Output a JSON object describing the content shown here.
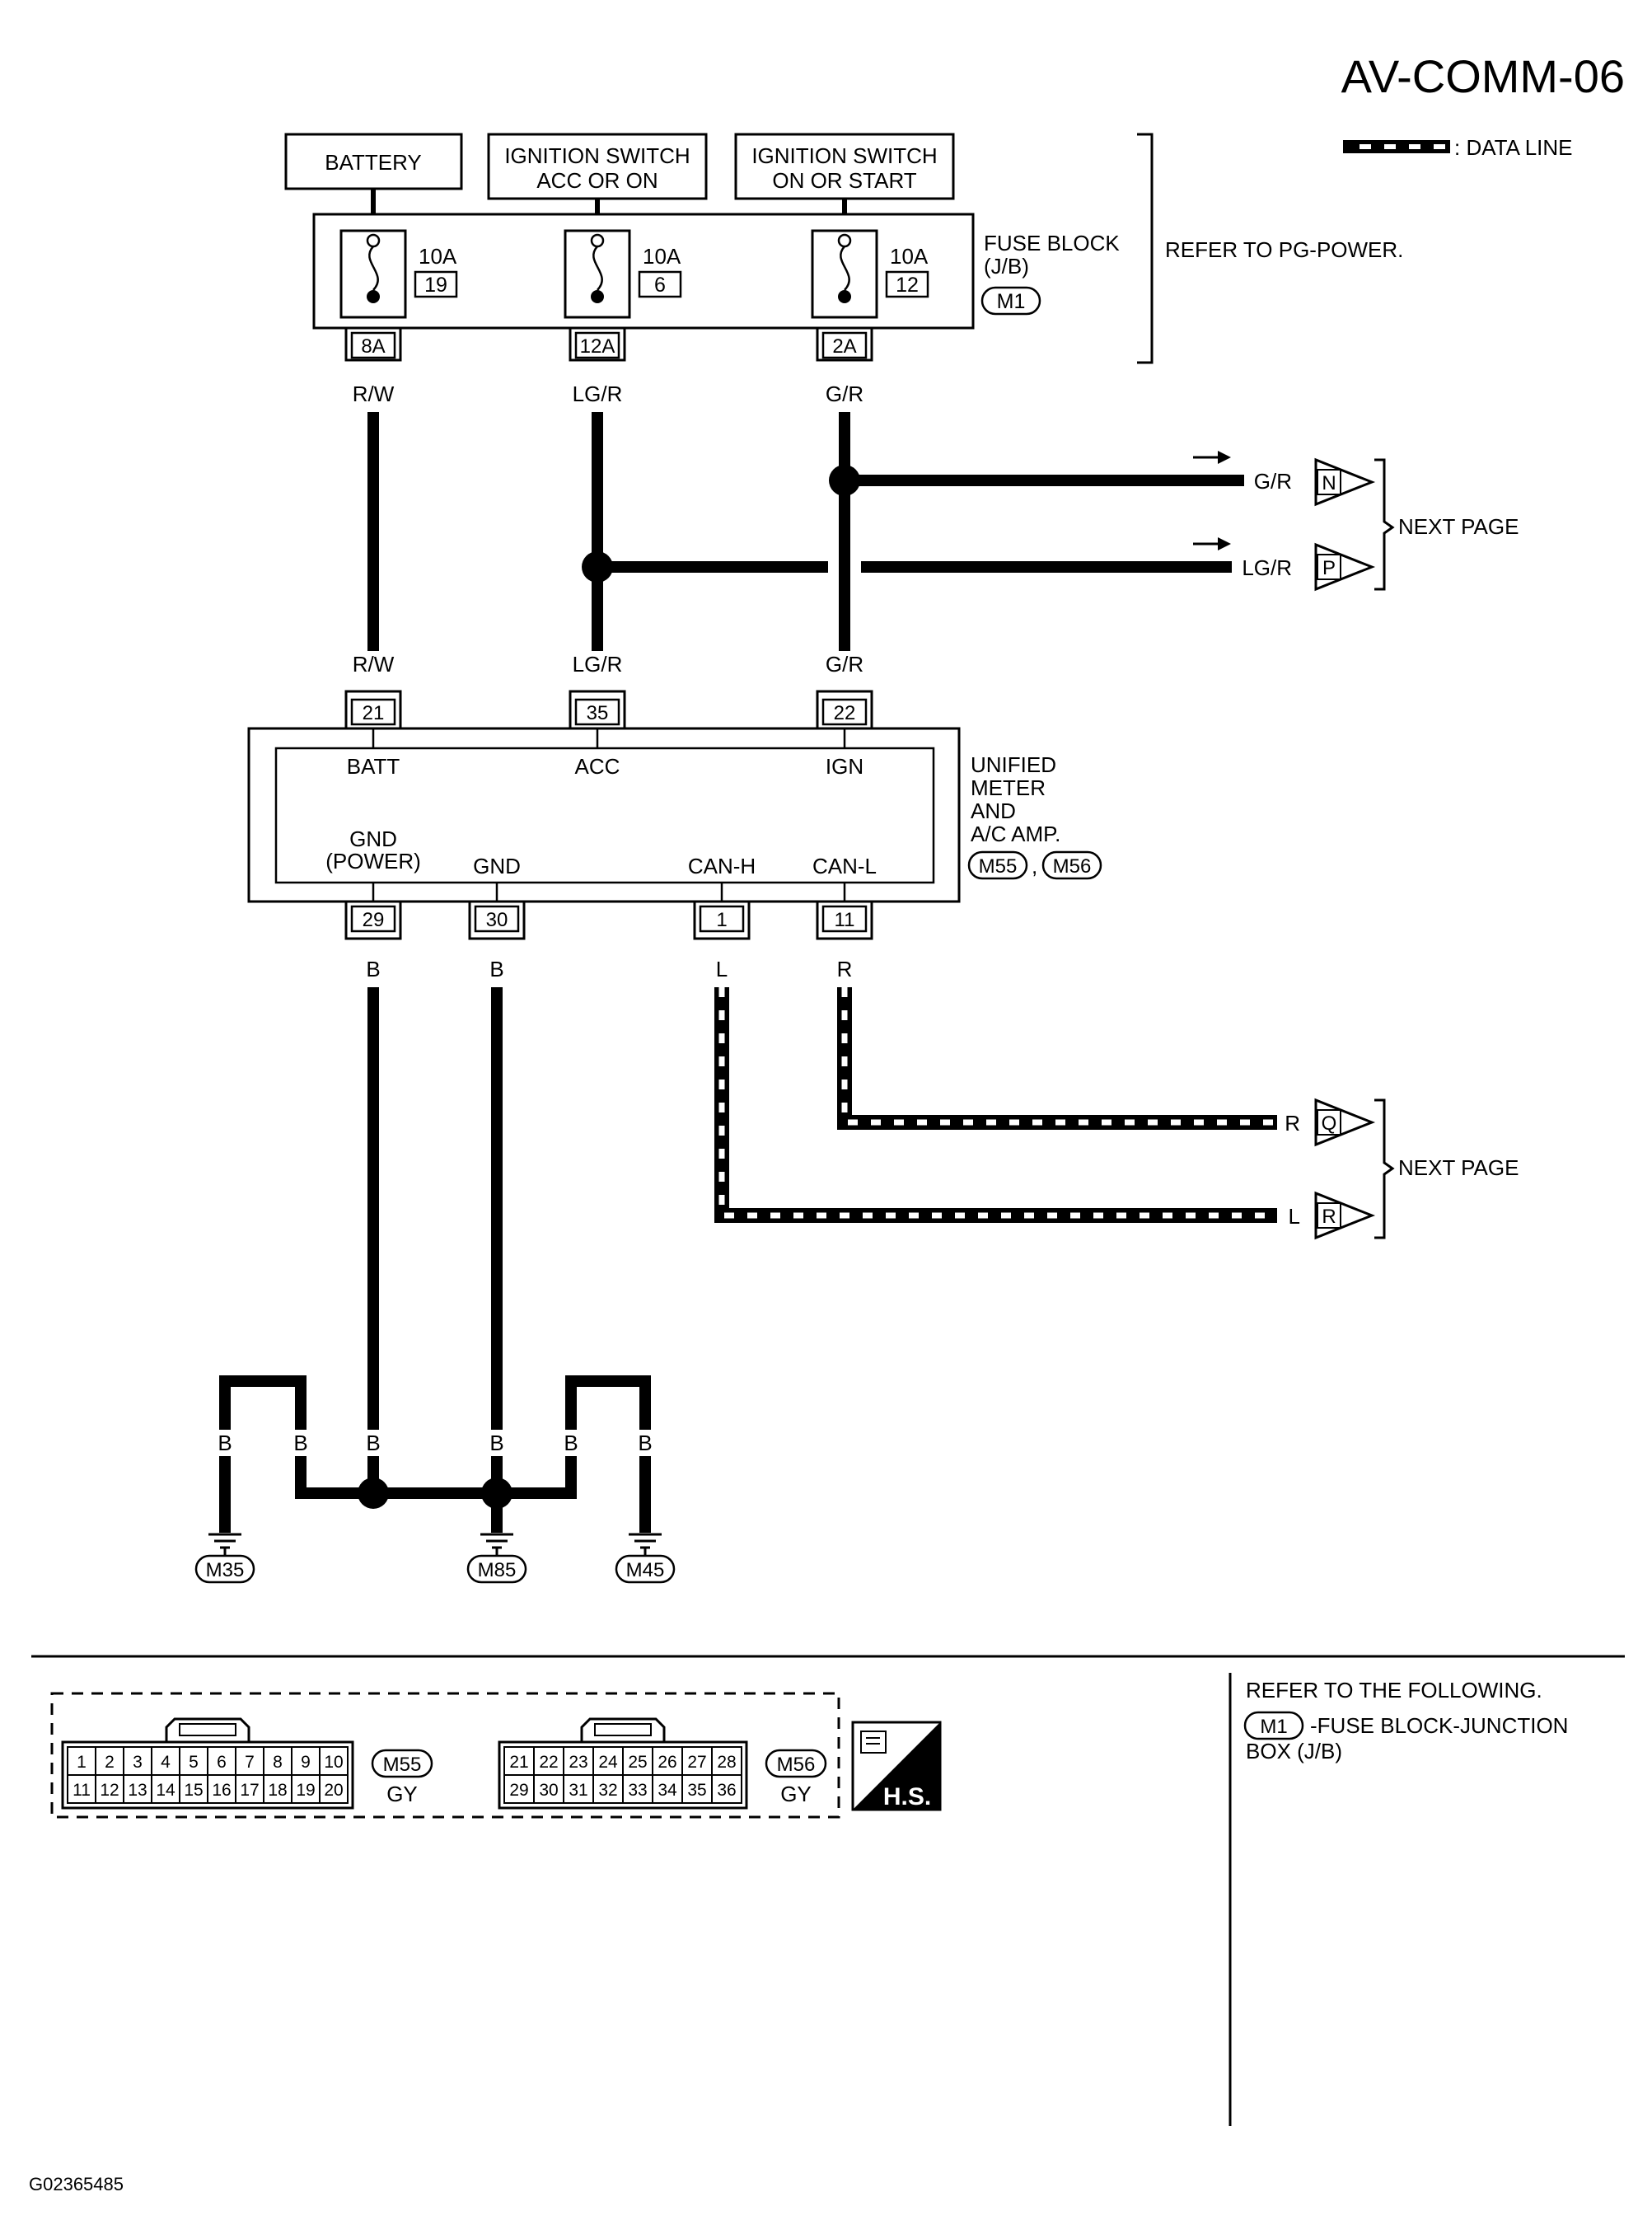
{
  "page_title": "AV-COMM-06",
  "figure_id": "G02365485",
  "legend": {
    "data_line_label": ": DATA LINE"
  },
  "power_sources": [
    {
      "label_lines": [
        "BATTERY"
      ]
    },
    {
      "label_lines": [
        "IGNITION SWITCH",
        "ACC OR ON"
      ]
    },
    {
      "label_lines": [
        "IGNITION SWITCH",
        "ON OR START"
      ]
    }
  ],
  "fuse_block": {
    "title_lines": [
      "FUSE BLOCK",
      "(J/B)"
    ],
    "connector": "M1",
    "note": "REFER TO PG-POWER.",
    "fuses": [
      {
        "amp": "10A",
        "number": "19",
        "terminal": "8A",
        "wire": "R/W"
      },
      {
        "amp": "10A",
        "number": "6",
        "terminal": "12A",
        "wire": "LG/R"
      },
      {
        "amp": "10A",
        "number": "12",
        "terminal": "2A",
        "wire": "G/R"
      }
    ]
  },
  "outputs_top": {
    "next_page": "NEXT PAGE",
    "items": [
      {
        "wire": "G/R",
        "connector": "N"
      },
      {
        "wire": "LG/R",
        "connector": "P"
      }
    ]
  },
  "unit": {
    "name_lines": [
      "UNIFIED",
      "METER",
      "AND",
      "A/C AMP."
    ],
    "connectors": [
      "M55",
      "M56"
    ],
    "connector_separator": ",",
    "top_pins": [
      {
        "pin": "21",
        "signal": "BATT",
        "wire": "R/W"
      },
      {
        "pin": "35",
        "signal": "ACC",
        "wire": "LG/R"
      },
      {
        "pin": "22",
        "signal": "IGN",
        "wire": "G/R"
      }
    ],
    "bottom_pins": [
      {
        "pin": "29",
        "signal_lines": [
          "GND",
          "(POWER)"
        ],
        "wire": "B"
      },
      {
        "pin": "30",
        "signal_lines": [
          "GND"
        ],
        "wire": "B"
      },
      {
        "pin": "1",
        "signal_lines": [
          "CAN-H"
        ],
        "wire": "L"
      },
      {
        "pin": "11",
        "signal_lines": [
          "CAN-L"
        ],
        "wire": "R"
      }
    ]
  },
  "outputs_bottom": {
    "next_page": "NEXT PAGE",
    "items": [
      {
        "wire": "R",
        "connector": "Q"
      },
      {
        "wire": "L",
        "connector": "R"
      }
    ]
  },
  "grounds": {
    "wire": "B",
    "points": [
      "M35",
      "M85",
      "M45"
    ]
  },
  "connector_views": [
    {
      "id": "M55",
      "color": "GY",
      "row1": [
        "1",
        "2",
        "3",
        "4",
        "5",
        "6",
        "7",
        "8",
        "9",
        "10"
      ],
      "row2": [
        "11",
        "12",
        "13",
        "14",
        "15",
        "16",
        "17",
        "18",
        "19",
        "20"
      ]
    },
    {
      "id": "M56",
      "color": "GY",
      "row1": [
        "21",
        "22",
        "23",
        "24",
        "25",
        "26",
        "27",
        "28"
      ],
      "row2": [
        "29",
        "30",
        "31",
        "32",
        "33",
        "34",
        "35",
        "36"
      ]
    }
  ],
  "hs_badge": "H.S.",
  "references": {
    "heading": "REFER TO THE FOLLOWING.",
    "items": [
      {
        "connector": "M1",
        "text_lines": [
          "-FUSE BLOCK-JUNCTION",
          "BOX (J/B)"
        ]
      }
    ]
  }
}
